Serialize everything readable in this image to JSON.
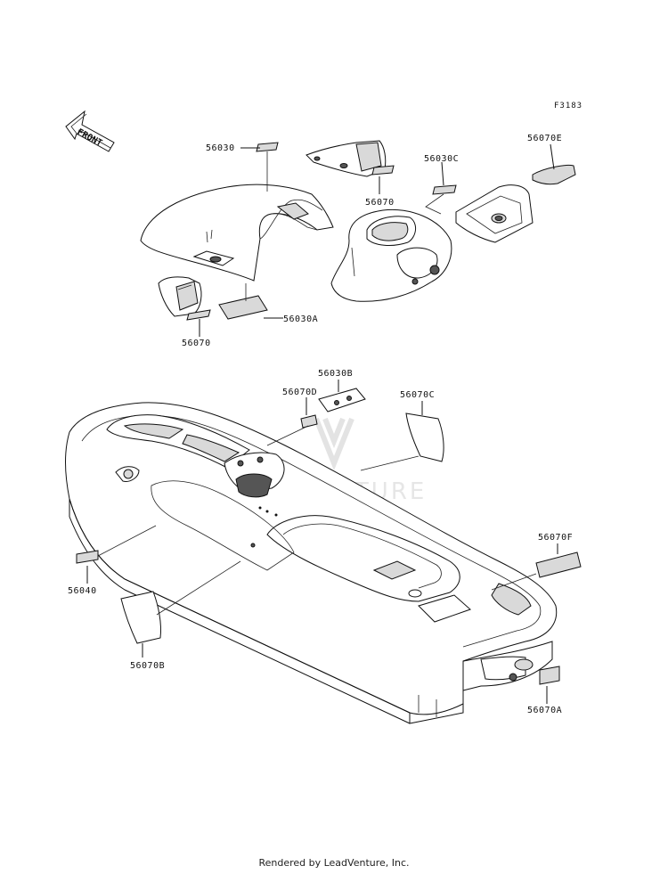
{
  "figure_code": "F3183",
  "front_label": "FRONT",
  "watermark": "LEADVENTURE",
  "footer": "Rendered by LeadVenture, Inc.",
  "part_labels": {
    "p56030": "56030",
    "p56070_upper": "56070",
    "p56030C": "56030C",
    "p56070E": "56070E",
    "p56030A": "56030A",
    "p56070_lower": "56070",
    "p56030B": "56030B",
    "p56070D": "56070D",
    "p56070C": "56070C",
    "p56070F": "56070F",
    "p56040": "56040",
    "p56070B": "56070B",
    "p56070A": "56070A"
  }
}
